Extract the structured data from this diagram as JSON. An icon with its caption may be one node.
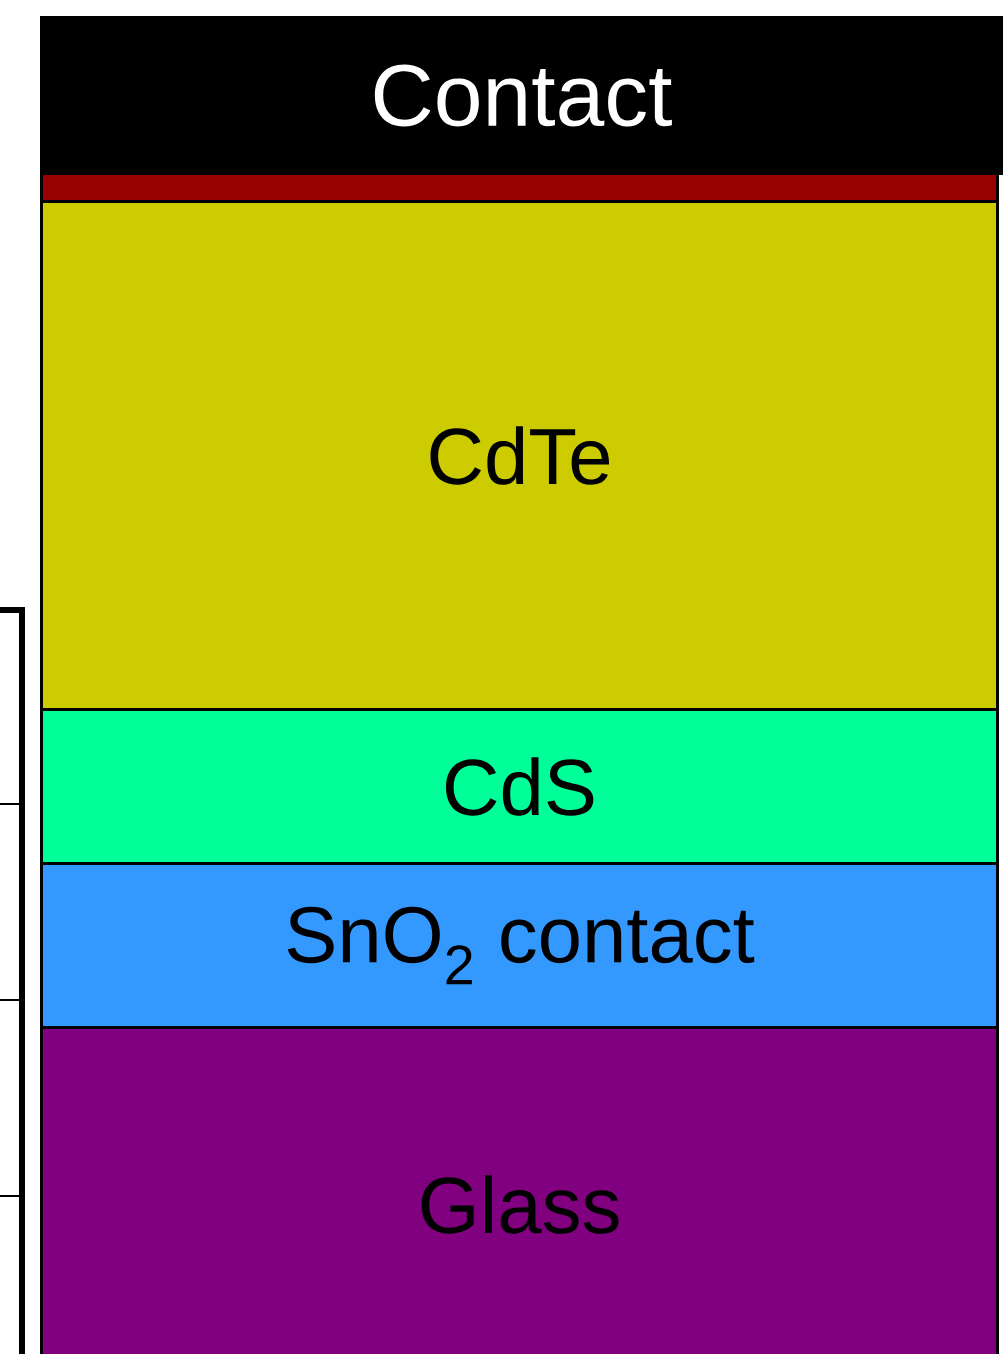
{
  "diagram": {
    "nodes": [
      {
        "text": [
          "Contact"
        ]
      },
      {
        "text": [],
        "shape": "bar"
      },
      {
        "text": [
          "CdTe"
        ]
      },
      {
        "text": [
          "CdS"
        ]
      },
      {
        "text": [
          "SnO$_{2}$ contact"
        ]
      },
      {
        "text": [
          "Glass"
        ]
      }
    ]
  }
}
